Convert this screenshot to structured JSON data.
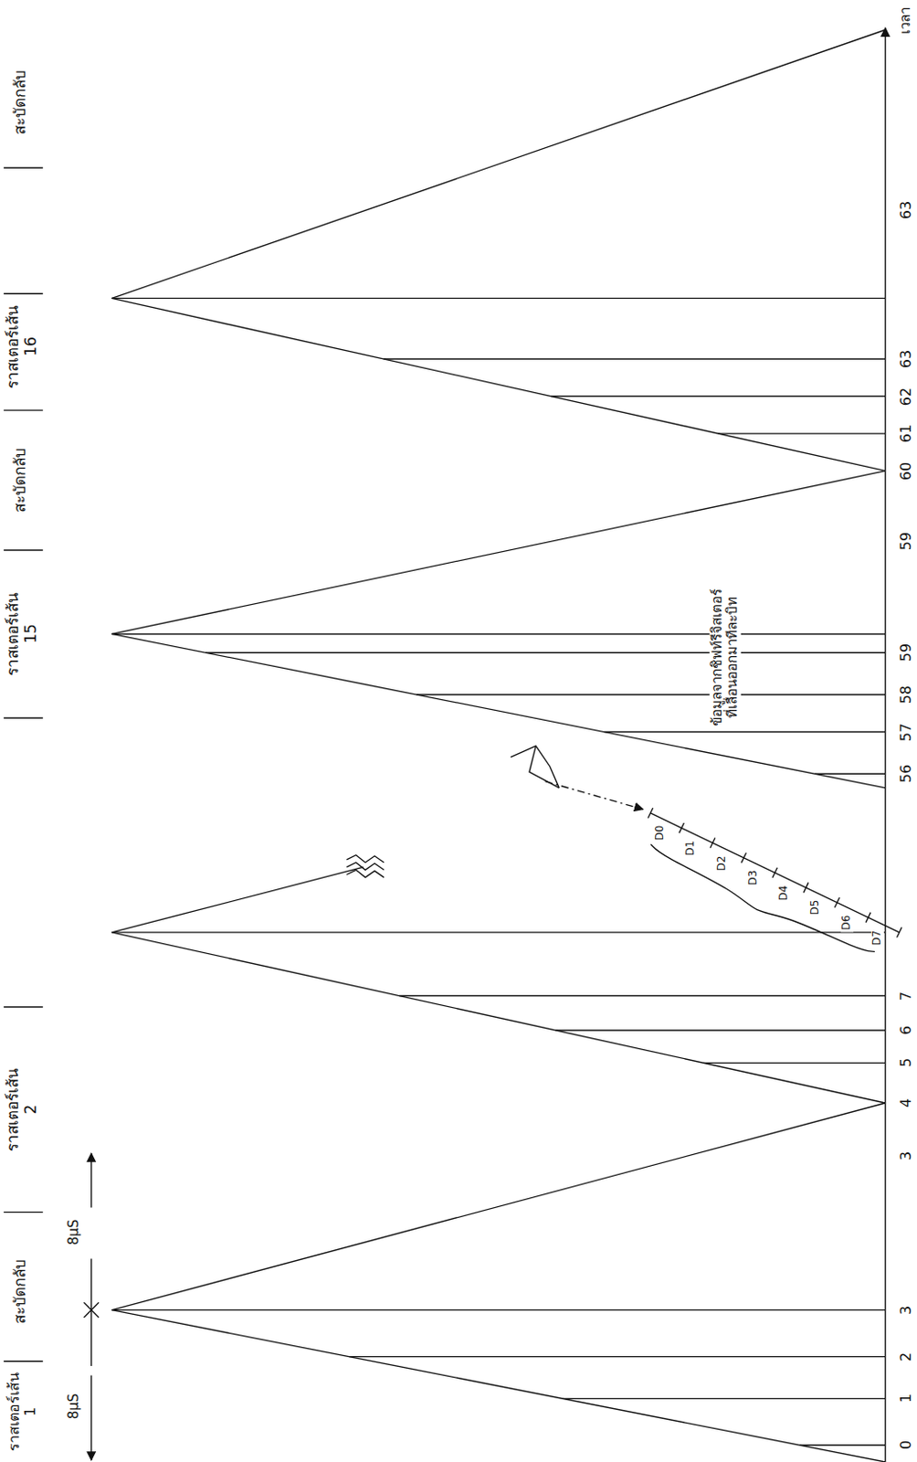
{
  "diagram": {
    "labels": [
      "ราสเตอร์เส้น 1",
      "สะบัดกลับ",
      "ราสเตอร์เส้น 2",
      "ราสเตอร์เส้น 15",
      "สะบัดกลับ",
      "ราสเตอร์เส้น 16",
      "สะบัดกลับ",
      "8μS",
      "8μS",
      "เวลา",
      "0",
      "1",
      "2",
      "3",
      "3",
      "4",
      "5",
      "6",
      "7",
      "56",
      "57",
      "58",
      "59",
      "59",
      "60",
      "61",
      "62",
      "63",
      "63",
      "D0",
      "D1",
      "D2",
      "D3",
      "D4",
      "D5",
      "D6",
      "D7",
      "ข้อมูลจากชิฟท์รีจิสเตอร์ ที่เลื่อนออกมาทีละบิท"
    ]
  }
}
